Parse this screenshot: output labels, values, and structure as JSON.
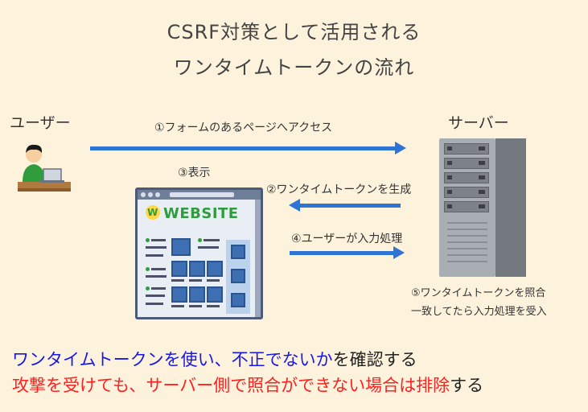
{
  "title": {
    "line1": "CSRF対策として活用される",
    "line2": "ワンタイムトークンの流れ"
  },
  "actors": {
    "user": "ユーザー",
    "server": "サーバー"
  },
  "steps": {
    "step1": "①フォームのあるページへアクセス",
    "step2": "②ワンタイムトークンを生成",
    "step3": "③表示",
    "step4": "④ユーザーが入力処理",
    "step5_line1": "⑤ワンタイムトークンを照合",
    "step5_line2": "一致してたら入力処理を受入"
  },
  "website": {
    "logo_letter": "W",
    "site_name": "WEBSITE"
  },
  "summary": {
    "line1_highlight": "ワンタイムトークンを使い、不正でないか",
    "line1_rest": "を確認する",
    "line2_highlight": "攻撃を受けても、サーバー側で照合ができない場合は排除",
    "line2_rest": "する"
  },
  "colors": {
    "background": "#fdf3dd",
    "arrow": "#2f74d3",
    "highlight_blue": "#1818e6",
    "highlight_red": "#ff2020",
    "site_green": "#2f9c3e"
  },
  "icons": [
    "user-at-laptop-icon",
    "website-browser-icon",
    "server-tower-icon"
  ]
}
